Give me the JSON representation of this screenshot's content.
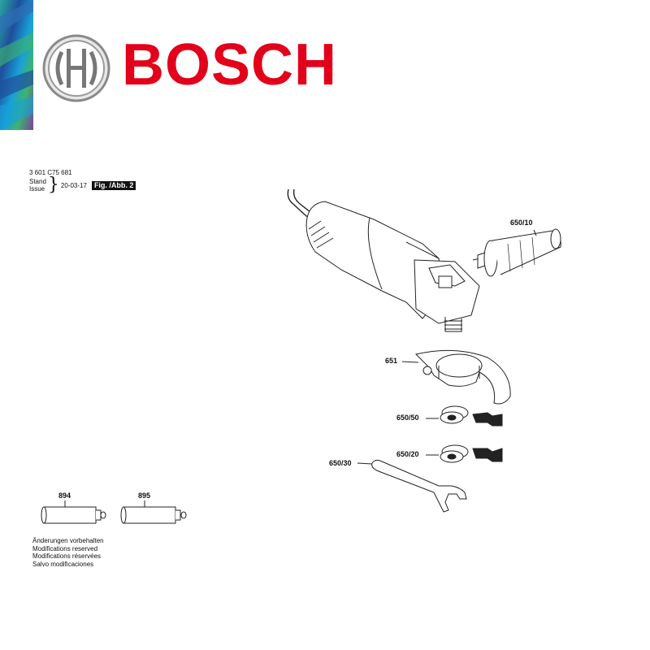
{
  "brand": {
    "name": "BOSCH",
    "accent_color": "#e2001a",
    "logo_icon": "bosch-armature-logo",
    "stripe_colors": [
      "#2d6fb6",
      "#1f4e9c",
      "#2aa7a0",
      "#3eb56b",
      "#7b3fa0",
      "#18a0d8"
    ]
  },
  "document": {
    "part_number": "3 601 C75 681",
    "stand_label": "Stand",
    "issue_label": "Issue",
    "issue_date": "20-03-17",
    "figure_label": "Fig. /Abb. 2"
  },
  "parts": {
    "p650_10": "650/10",
    "p651": "651",
    "p650_50": "650/50",
    "p650_20": "650/20",
    "p650_30": "650/30",
    "p894": "894",
    "p895": "895"
  },
  "notes": [
    "Änderungen vorbehalten",
    "Modifications reserved",
    "Modifications réservées",
    "Salvo modificaciones"
  ]
}
